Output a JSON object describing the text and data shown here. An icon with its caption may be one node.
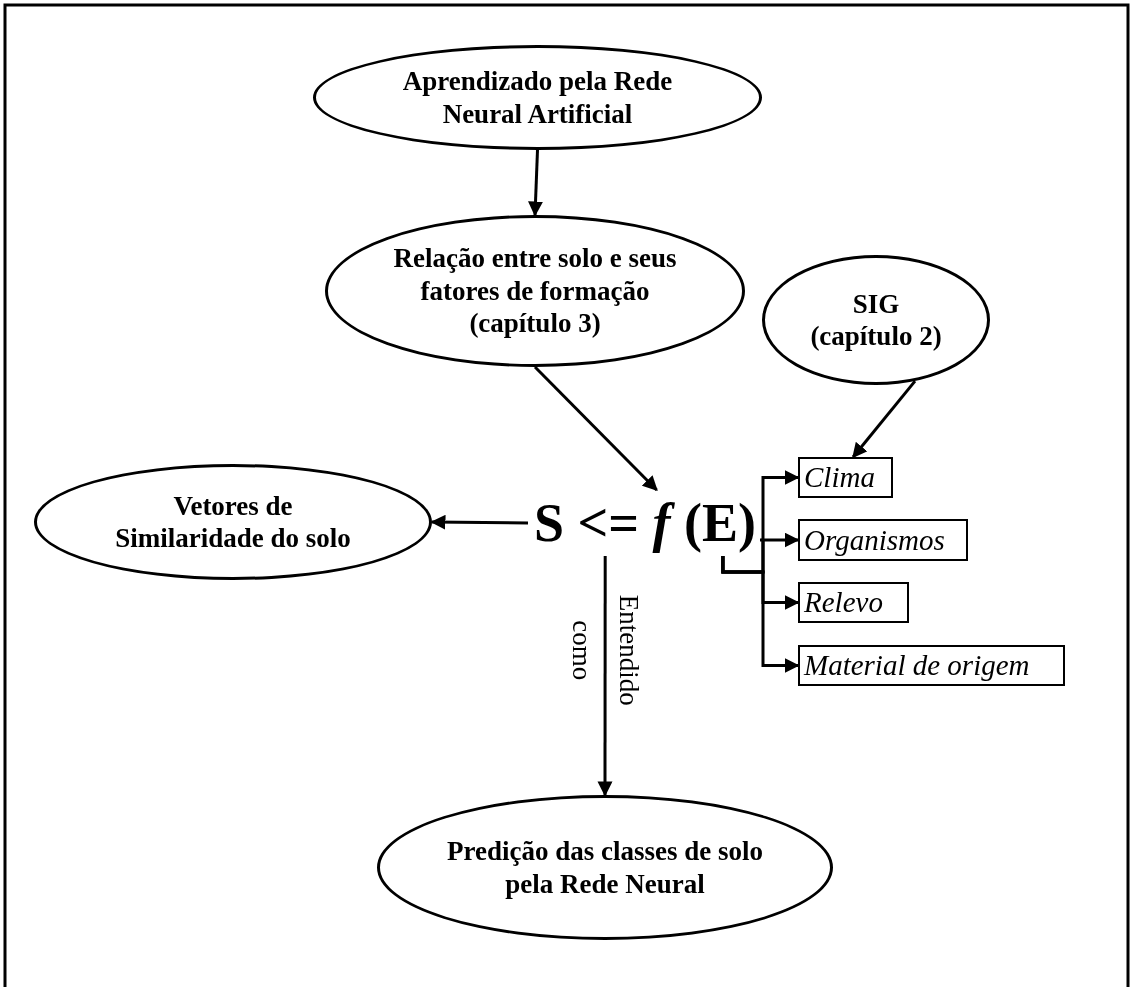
{
  "diagram": {
    "nodes": [
      {
        "text": [
          "Aprendizado pela Rede Neural Artificial"
        ]
      },
      {
        "text": [
          "Relação entre solo e seus fatores de formação (capítulo 3)"
        ]
      },
      {
        "text": [
          "SIG (capítulo 2)"
        ]
      },
      {
        "text": [
          "Vetores de Similaridade do solo"
        ]
      },
      {
        "text": [
          "S <= *f* (E)"
        ]
      },
      {
        "text": [
          "Clima"
        ]
      },
      {
        "text": [
          "Organismos"
        ]
      },
      {
        "text": [
          "Relevo"
        ]
      },
      {
        "text": [
          "Material de origem"
        ]
      },
      {
        "text": [
          "Predição das classes de solo pela Rede Neural"
        ]
      }
    ],
    "edges": [
      {
        "from": 0,
        "to": 1,
        "arrow": "to"
      },
      {
        "from": 1,
        "to": 4,
        "arrow": "to"
      },
      {
        "from": 2,
        "to": 5,
        "arrow": "to"
      },
      {
        "from": 4,
        "to": 3,
        "arrow": "to"
      },
      {
        "from": 4,
        "to": 9,
        "arrow": "to",
        "label": "Entendido como"
      },
      {
        "from": 4,
        "to": 5,
        "arrow": "to"
      },
      {
        "from": 4,
        "to": 6,
        "arrow": "to"
      },
      {
        "from": 4,
        "to": 7,
        "arrow": "to"
      },
      {
        "from": 4,
        "to": 8,
        "arrow": "to"
      }
    ]
  }
}
